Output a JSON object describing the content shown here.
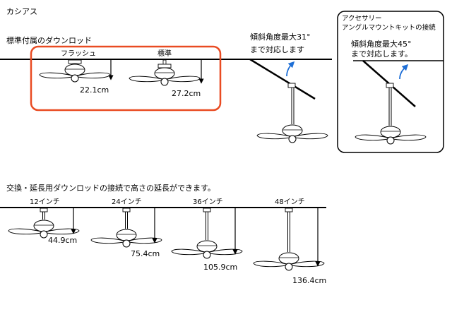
{
  "brand": "カシアス",
  "standard": {
    "heading": "標準付属のダウンロッド",
    "flush_label": "フラッシュ",
    "flush_measure": "22.1cm",
    "std_label": "標準",
    "std_measure": "27.2cm"
  },
  "slope31": {
    "line1": "傾斜角度最大31°",
    "line2": "まで対応します"
  },
  "accessory": {
    "line1": "アクセサリー",
    "line2": "アングルマウントキットの接続",
    "angle_line1": "傾斜角度最大45°",
    "angle_line2": "まで対応します。"
  },
  "extension": {
    "heading": "交換・延長用ダウンロッドの接続で高さの延長ができます。",
    "items": [
      {
        "label": "12インチ",
        "measure": "44.9cm"
      },
      {
        "label": "24インチ",
        "measure": "75.4cm"
      },
      {
        "label": "36インチ",
        "measure": "105.9cm"
      },
      {
        "label": "48インチ",
        "measure": "136.4cm"
      }
    ]
  },
  "colors": {
    "highlight": "#e94b22",
    "arrow": "#1f6fd6",
    "line": "#000000"
  }
}
